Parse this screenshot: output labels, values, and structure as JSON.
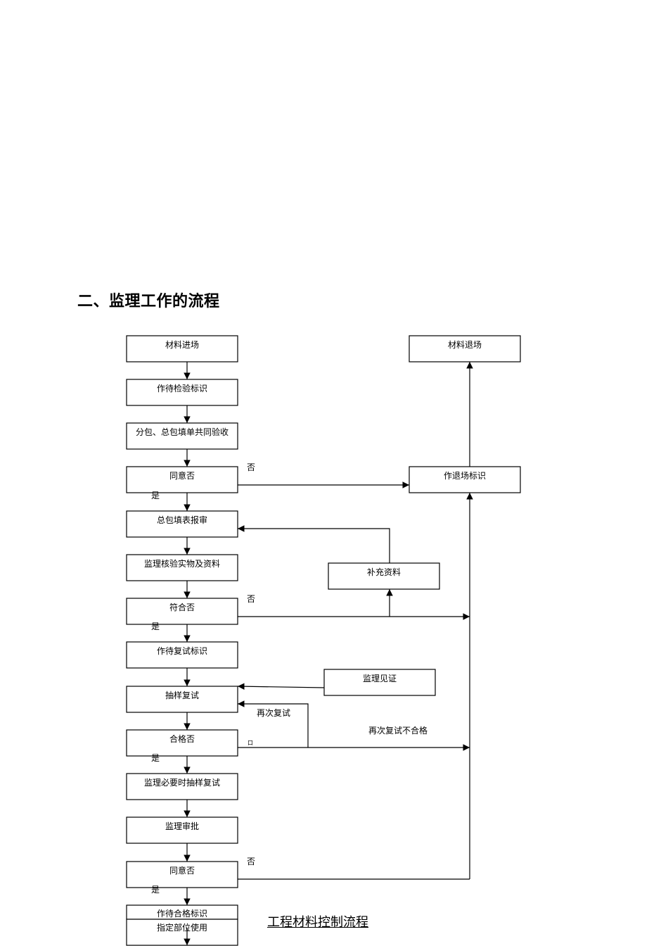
{
  "page": {
    "heading": "二、监理工作的流程",
    "caption": "工程材料控制流程"
  },
  "nodes": {
    "n1": "材料进场",
    "n2": "作待检验标识",
    "n3": "分包、总包填单共同验收",
    "n4": "同意否",
    "n5": "总包填表报审",
    "n6": "监理核验实物及资料",
    "n7": "符合否",
    "n8": "作待复试标识",
    "n9": "抽样复试",
    "n10": "合格否",
    "n11": "监理必要时抽样复试",
    "n12": "监理审批",
    "n13": "同意否",
    "n14": "作待合格标识",
    "n15": "指定部位使用",
    "exit": "材料退场",
    "markExit": "作退场标识",
    "supplement": "补充资料",
    "witness": "监理见证"
  },
  "labels": {
    "no1": "否",
    "no2": "否",
    "no3": "否",
    "yes1": "是",
    "yes2": "是",
    "yes3": "是",
    "yes4": "是",
    "retest": "再次复试",
    "retestFail": "再次复试不合格",
    "cut": "口"
  }
}
